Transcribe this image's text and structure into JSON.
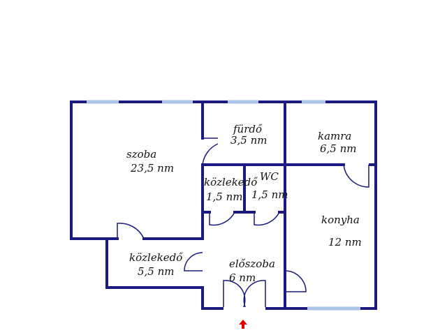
{
  "colors": {
    "wall": "#1a1a80",
    "window": "#a9c4e6",
    "door": "#1a1a80",
    "entrance_arrow": "#e00000",
    "background": "#ffffff"
  },
  "rooms": [
    {
      "name": "szoba",
      "area": "23,5 nm"
    },
    {
      "name": "fürdő",
      "area": "3,5 nm"
    },
    {
      "name": "kamra",
      "area": "6,5 nm"
    },
    {
      "name": "közlekedő",
      "area": "1,5 nm"
    },
    {
      "name": "WC",
      "area": "1,5 nm"
    },
    {
      "name": "konyha",
      "area": "12 nm"
    },
    {
      "name": "közlekedő",
      "area": "5,5 nm"
    },
    {
      "name": "előszoba",
      "area": "6 nm"
    }
  ],
  "entrance_icon": "up-arrow-icon"
}
